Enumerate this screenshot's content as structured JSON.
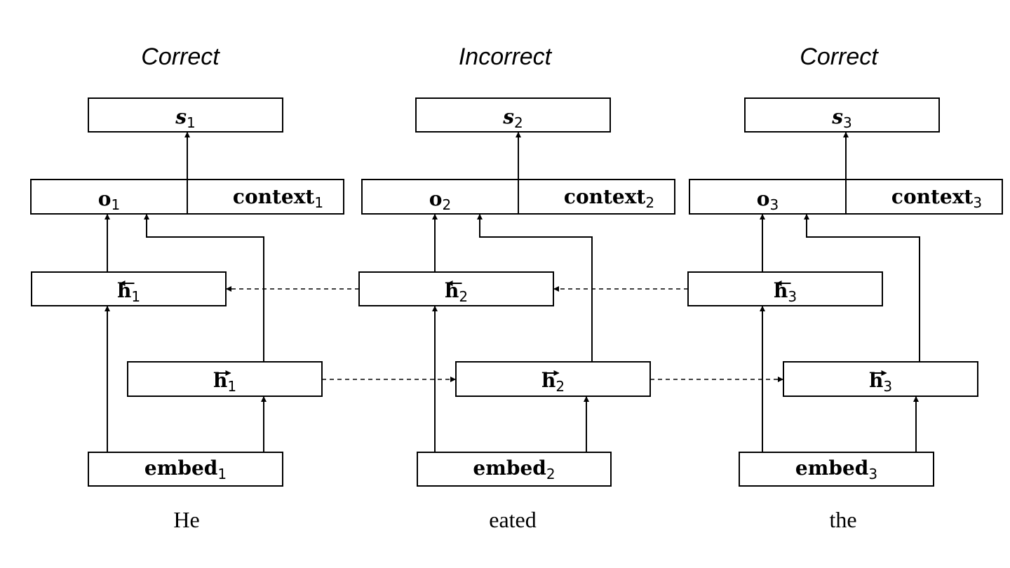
{
  "labels": {
    "s": "s",
    "o": "o",
    "context": "context",
    "h": "h",
    "embed": "embed"
  },
  "columns": [
    {
      "title": "Correct",
      "index": "1",
      "word": "He"
    },
    {
      "title": "Incorrect",
      "index": "2",
      "word": "eated"
    },
    {
      "title": "Correct",
      "index": "3",
      "word": "the"
    }
  ]
}
